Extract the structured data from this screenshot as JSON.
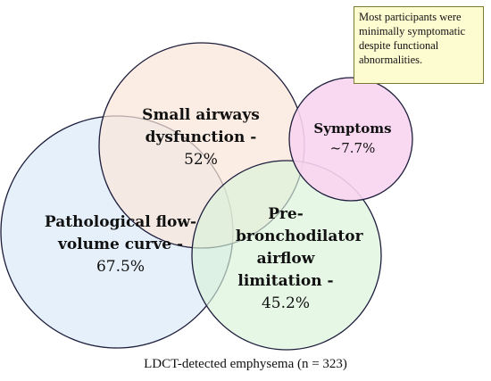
{
  "circles": [
    {
      "id": "small-airways",
      "title": "Small airways dysfunction -",
      "value": "52%",
      "fill": "#fbe6d8",
      "stroke": "#1d1d3c"
    },
    {
      "id": "pathological",
      "title": "Pathological flow-volume curve -",
      "value": "67.5%",
      "fill": "#dcebf8",
      "stroke": "#1d1d3c"
    },
    {
      "id": "pre-bronchodilator",
      "title": "Pre-bronchodilator airflow limitation -",
      "value": "45.2%",
      "fill": "#d8f2d8",
      "stroke": "#1d1d3c"
    },
    {
      "id": "symptoms",
      "title": "Symptoms",
      "value": "~7.7%",
      "fill": "#f8d4f0",
      "stroke": "#1d1d3c"
    }
  ],
  "note": "Most participants were minimally symptomatic despite functional abnormalities.",
  "caption": "LDCT-detected emphysema (n = 323)"
}
